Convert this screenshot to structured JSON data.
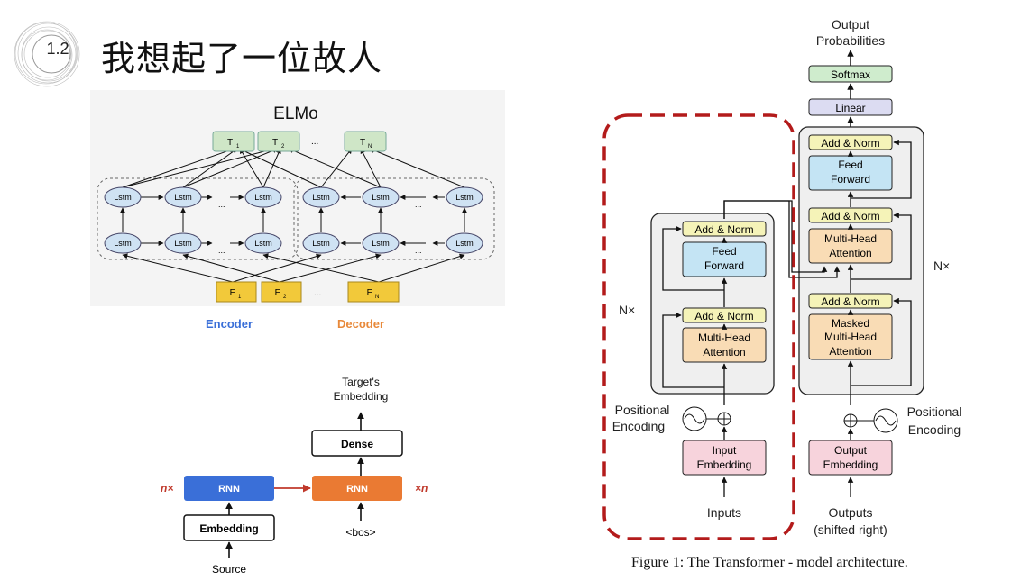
{
  "slide": {
    "section_number": "1.2",
    "title": "我想起了一位故人"
  },
  "elmo": {
    "title": "ELMo",
    "outputs": [
      "T",
      "T",
      "T"
    ],
    "output_subs": [
      "1",
      "2",
      "N"
    ],
    "inputs": [
      "E",
      "E",
      "E"
    ],
    "input_subs": [
      "1",
      "2",
      "N"
    ],
    "cell_label": "Lstm",
    "ellipsis": "...",
    "encoder_label": "Encoder",
    "decoder_label": "Decoder",
    "colors": {
      "encoder": "#3a6fd8",
      "decoder": "#e8893a",
      "output_box": "#cfe6c7",
      "input_box": "#f2c93a",
      "cell": "#cfe2f3"
    }
  },
  "seq2seq": {
    "target_label_1": "Target's",
    "target_label_2": "Embedding",
    "dense_label": "Dense",
    "rnn_label": "RNN",
    "left_multiplier": "n×",
    "right_multiplier": "×n",
    "embedding_label": "Embedding",
    "source_label": "Source",
    "bos_label": "<bos>",
    "colors": {
      "encoder_rnn": "#3a6fd8",
      "decoder_rnn": "#ea7a33",
      "multiplier": "#c0392b"
    }
  },
  "transformer": {
    "output_probs_1": "Output",
    "output_probs_2": "Probabilities",
    "softmax": "Softmax",
    "linear": "Linear",
    "add_norm": "Add & Norm",
    "feed_1": "Feed",
    "feed_2": "Forward",
    "mha_1": "Multi-Head",
    "mha_2": "Attention",
    "masked_1": "Masked",
    "masked_2": "Multi-Head",
    "masked_3": "Attention",
    "nx": "N×",
    "positional_1": "Positional",
    "positional_2": "Encoding",
    "input_emb_1": "Input",
    "input_emb_2": "Embedding",
    "output_emb_1": "Output",
    "output_emb_2": "Embedding",
    "inputs": "Inputs",
    "outputs_1": "Outputs",
    "outputs_2": "(shifted right)",
    "caption": "Figure 1: The Transformer - model architecture.",
    "colors": {
      "softmax": "#cfeccd",
      "linear": "#dcdcf2",
      "add_norm": "#f5f3b8",
      "feed_forward": "#c4e4f4",
      "attention": "#f9dcb5",
      "embedding": "#f7d3dc",
      "highlight": "#b31b1b"
    }
  }
}
